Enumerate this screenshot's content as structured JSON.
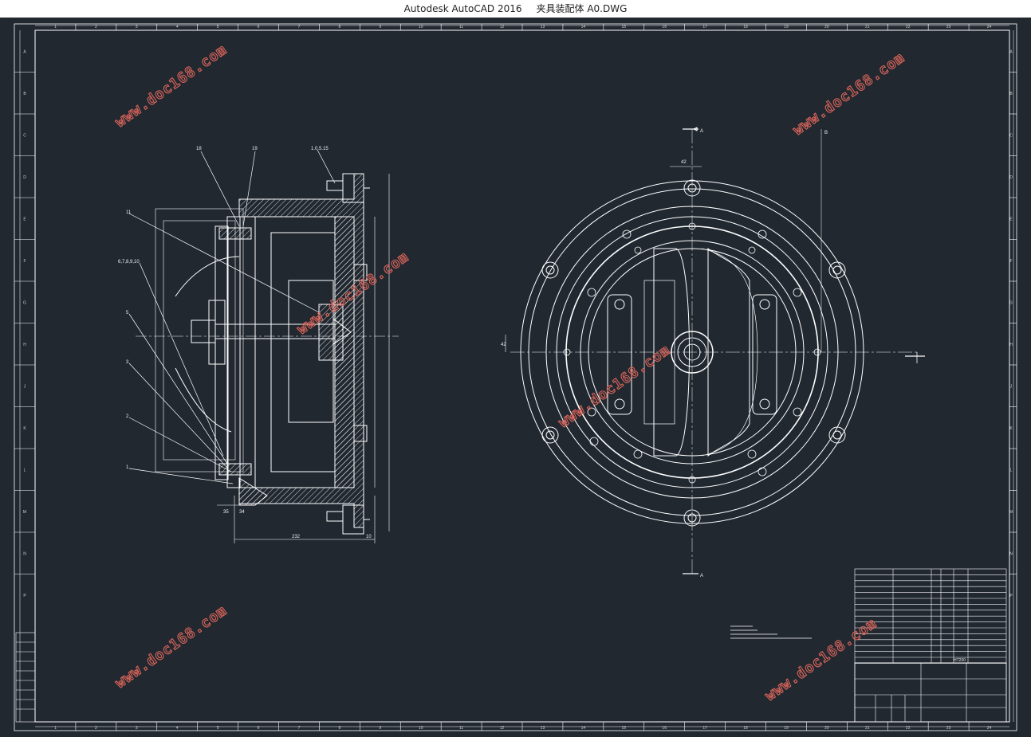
{
  "window": {
    "app_name": "Autodesk AutoCAD 2016",
    "document_name": "夹具装配体 A0.DWG"
  },
  "drawing": {
    "col_labels": [
      "1",
      "2",
      "3",
      "4",
      "5",
      "6",
      "7",
      "8",
      "9",
      "10",
      "11",
      "12",
      "13",
      "14",
      "15",
      "16",
      "17",
      "18",
      "19",
      "20",
      "21",
      "22",
      "23",
      "24"
    ],
    "row_labels": [
      "A",
      "B",
      "C",
      "D",
      "E",
      "F",
      "G",
      "H",
      "J",
      "K",
      "L",
      "M",
      "N",
      "P"
    ],
    "section_mark": "A",
    "view_mark": "B",
    "part_balloons": [
      "18",
      "19",
      "11",
      "6,7,8,9,10",
      "5",
      "3",
      "2",
      "1"
    ],
    "bolt_label": "1.0.5.15",
    "dimensions": {
      "d1": "42",
      "d2": "42",
      "d3": "232",
      "d4": "10",
      "d5": "35",
      "d6": "34"
    },
    "watermark": "www.doc168.com",
    "material": "HT200"
  },
  "colors": {
    "background": "#212830",
    "lines": "#ffffff",
    "watermark": "#d9645a"
  }
}
